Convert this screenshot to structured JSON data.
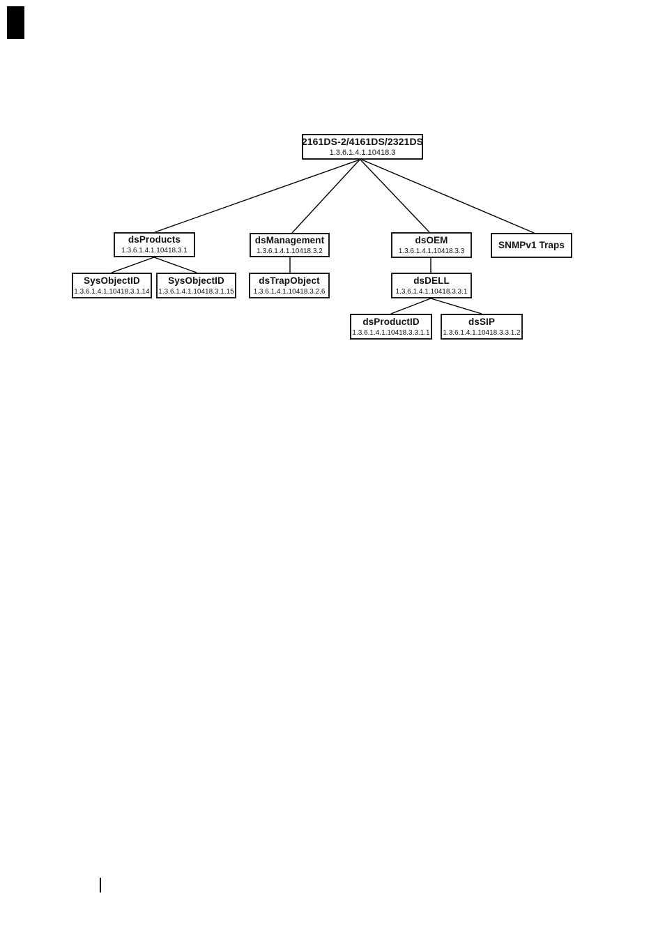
{
  "colors": {
    "background": "#ffffff",
    "box_border": "#1c1c1c",
    "line": "#000000",
    "text": "#111111"
  },
  "tree": {
    "root": {
      "title": "2161DS-2/4161DS/2321DS",
      "oid": "1.3.6.1.4.1.10418.3"
    },
    "ds_products": {
      "title": "dsProducts",
      "oid": "1.3.6.1.4.1.10418.3.1"
    },
    "ds_management": {
      "title": "dsManagement",
      "oid": "1.3.6.1.4.1.10418.3.2"
    },
    "ds_oem": {
      "title": "dsOEM",
      "oid": "1.3.6.1.4.1.10418.3.3"
    },
    "snmpv1_traps": {
      "title": "SNMPv1 Traps"
    },
    "sys_object_id_14": {
      "title": "SysObjectID",
      "oid": "1.3.6.1.4.1.10418.3.1.14"
    },
    "sys_object_id_15": {
      "title": "SysObjectID",
      "oid": "1.3.6.1.4.1.10418.3.1.15"
    },
    "ds_trap_object": {
      "title": "dsTrapObject",
      "oid": "1.3.6.1.4.1.10418.3.2.6"
    },
    "ds_dell": {
      "title": "dsDELL",
      "oid": "1.3.6.1.4.1.10418.3.3.1"
    },
    "ds_product_id": {
      "title": "dsProductID",
      "oid": "1.3.6.1.4.1.10418.3.3.1.1"
    },
    "ds_sip": {
      "title": "dsSIP",
      "oid": "1.3.6.1.4.1.10418.3.3.1.2"
    }
  }
}
